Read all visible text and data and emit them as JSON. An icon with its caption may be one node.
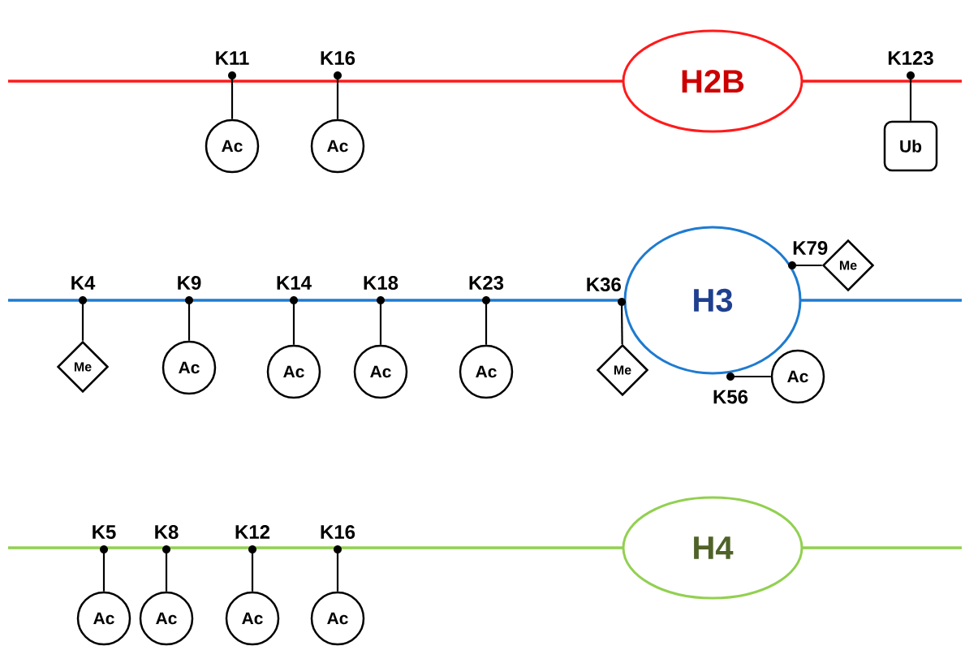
{
  "diagram": {
    "nodes": [
      {
        "text": [
          "H2B"
        ]
      },
      {
        "text": [
          "K11"
        ]
      },
      {
        "text": [
          "K16"
        ]
      },
      {
        "text": [
          "K123"
        ]
      },
      {
        "text": [
          "Ac"
        ]
      },
      {
        "text": [
          "Ac"
        ]
      },
      {
        "text": [
          "Ub"
        ]
      },
      {
        "text": [
          "H3"
        ]
      },
      {
        "text": [
          "K4"
        ]
      },
      {
        "text": [
          "K9"
        ]
      },
      {
        "text": [
          "K14"
        ]
      },
      {
        "text": [
          "K18"
        ]
      },
      {
        "text": [
          "K23"
        ]
      },
      {
        "text": [
          "K36"
        ]
      },
      {
        "text": [
          "K79"
        ]
      },
      {
        "text": [
          "K56"
        ]
      },
      {
        "text": [
          "Me"
        ]
      },
      {
        "text": [
          "Ac"
        ]
      },
      {
        "text": [
          "Ac"
        ]
      },
      {
        "text": [
          "Ac"
        ]
      },
      {
        "text": [
          "Ac"
        ]
      },
      {
        "text": [
          "Me"
        ]
      },
      {
        "text": [
          "Me"
        ]
      },
      {
        "text": [
          "Ac"
        ]
      },
      {
        "text": [
          "H4"
        ]
      },
      {
        "text": [
          "K5"
        ]
      },
      {
        "text": [
          "K8"
        ]
      },
      {
        "text": [
          "K12"
        ]
      },
      {
        "text": [
          "K16"
        ]
      },
      {
        "text": [
          "Ac"
        ]
      },
      {
        "text": [
          "Ac"
        ]
      },
      {
        "text": [
          "Ac"
        ]
      },
      {
        "text": [
          "Ac"
        ]
      }
    ],
    "edges": [
      {
        "from": 1,
        "to": 4,
        "arrow": "none"
      },
      {
        "from": 2,
        "to": 5,
        "arrow": "none"
      },
      {
        "from": 3,
        "to": 6,
        "arrow": "none"
      },
      {
        "from": 8,
        "to": 16,
        "arrow": "none"
      },
      {
        "from": 9,
        "to": 17,
        "arrow": "none"
      },
      {
        "from": 10,
        "to": 18,
        "arrow": "none"
      },
      {
        "from": 11,
        "to": 19,
        "arrow": "none"
      },
      {
        "from": 12,
        "to": 20,
        "arrow": "none"
      },
      {
        "from": 13,
        "to": 21,
        "arrow": "none"
      },
      {
        "from": 14,
        "to": 22,
        "arrow": "none"
      },
      {
        "from": 15,
        "to": 23,
        "arrow": "none"
      },
      {
        "from": 25,
        "to": 29,
        "arrow": "none"
      },
      {
        "from": 26,
        "to": 30,
        "arrow": "none"
      },
      {
        "from": 27,
        "to": 31,
        "arrow": "none"
      },
      {
        "from": 28,
        "to": 32,
        "arrow": "none"
      }
    ]
  }
}
